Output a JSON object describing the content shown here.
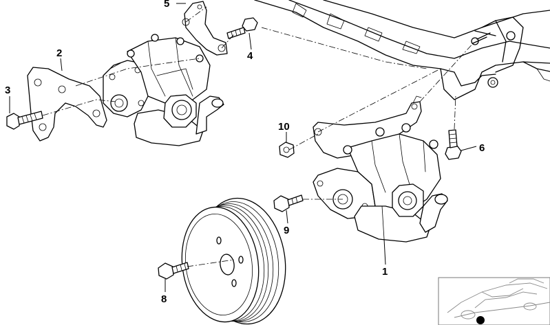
{
  "diagram": {
    "callouts": {
      "c1": "1",
      "c2": "2",
      "c3": "3",
      "c4": "4",
      "c5": "5",
      "c6": "6",
      "c8": "8",
      "c9": "9",
      "c10": "10"
    },
    "parts": [
      "power-steering-pump-installed",
      "power-steering-pump-exploded",
      "bracket",
      "hex-bolt",
      "pulley",
      "nut",
      "engine-block-section"
    ],
    "locator_icon": "car-outline-icon",
    "line_color": "#000000"
  }
}
